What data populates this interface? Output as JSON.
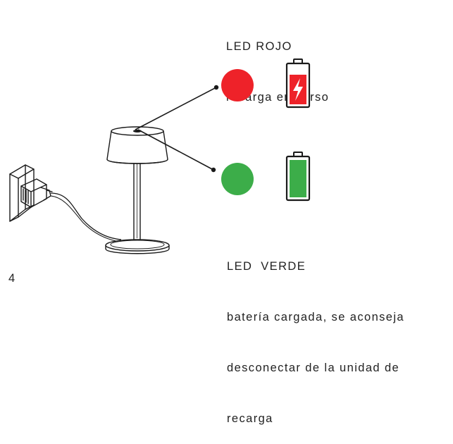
{
  "red_led": {
    "title": "LED ROJO",
    "description": "recarga en curso",
    "color": "#ee2229",
    "battery_state": "charging"
  },
  "green_led": {
    "title": "LED  VERDE",
    "description_lines": [
      "batería cargada, se aconseja",
      "desconectar de la unidad de",
      "recarga"
    ],
    "color": "#3cad49",
    "battery_state": "full"
  },
  "page_number": "4",
  "icons": {
    "lamp": "table-lamp-icon",
    "plug": "wall-socket-plug-icon",
    "battery_charging": "battery-charging-icon",
    "battery_full": "battery-full-icon"
  }
}
